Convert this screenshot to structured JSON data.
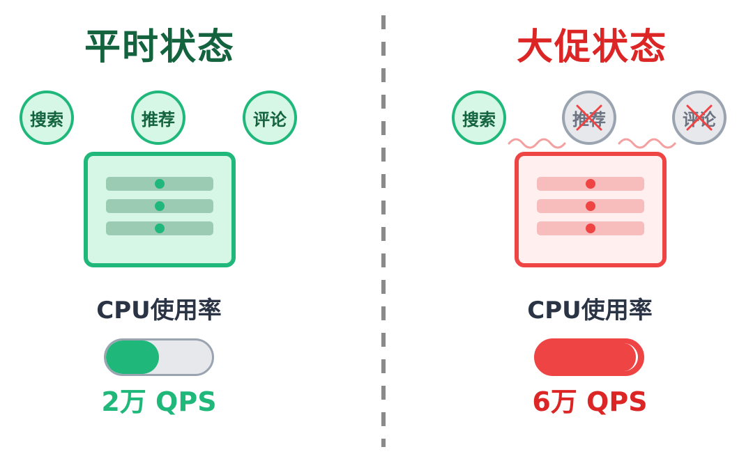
{
  "left": {
    "title": "平时状态",
    "services": [
      {
        "label": "搜索",
        "status": "on"
      },
      {
        "label": "推荐",
        "status": "on"
      },
      {
        "label": "评论",
        "status": "on"
      }
    ],
    "cpu_label": "CPU使用率",
    "cpu_level": 0.5,
    "qps": "2万 QPS"
  },
  "right": {
    "title": "大促状态",
    "services": [
      {
        "label": "搜索",
        "status": "on"
      },
      {
        "label": "推荐",
        "status": "degraded"
      },
      {
        "label": "评论",
        "status": "degraded"
      }
    ],
    "cpu_label": "CPU使用率",
    "cpu_level": 1.0,
    "qps": "6万 QPS"
  },
  "colors": {
    "normal": "#1fb77a",
    "normal_dark": "#14633f",
    "alert": "#ef4444",
    "alert_dark": "#dc2626",
    "disabled": "#9aa3b0",
    "text": "#2b3445"
  },
  "icons": {
    "server": "server-icon",
    "degraded": "cross-icon"
  }
}
